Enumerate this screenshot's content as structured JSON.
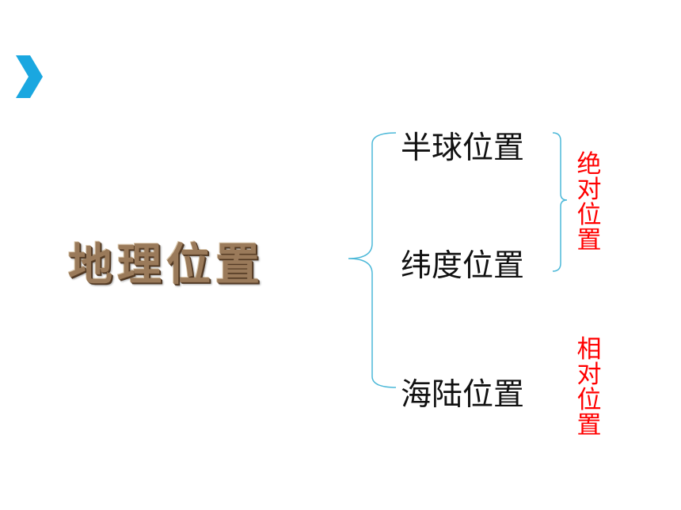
{
  "colors": {
    "chevron": "#1aa7e0",
    "bracket": "#4bb8d8",
    "branch_text": "#111111",
    "annotation": "#ff0000",
    "title": "#9a7a5a"
  },
  "nav": {
    "icon": "chevron-right-icon"
  },
  "title": "地理位置",
  "branches": [
    "半球位置",
    "纬度位置",
    "海陆位置"
  ],
  "annotations": {
    "absolute": "绝对位置",
    "relative": "相对位置"
  }
}
